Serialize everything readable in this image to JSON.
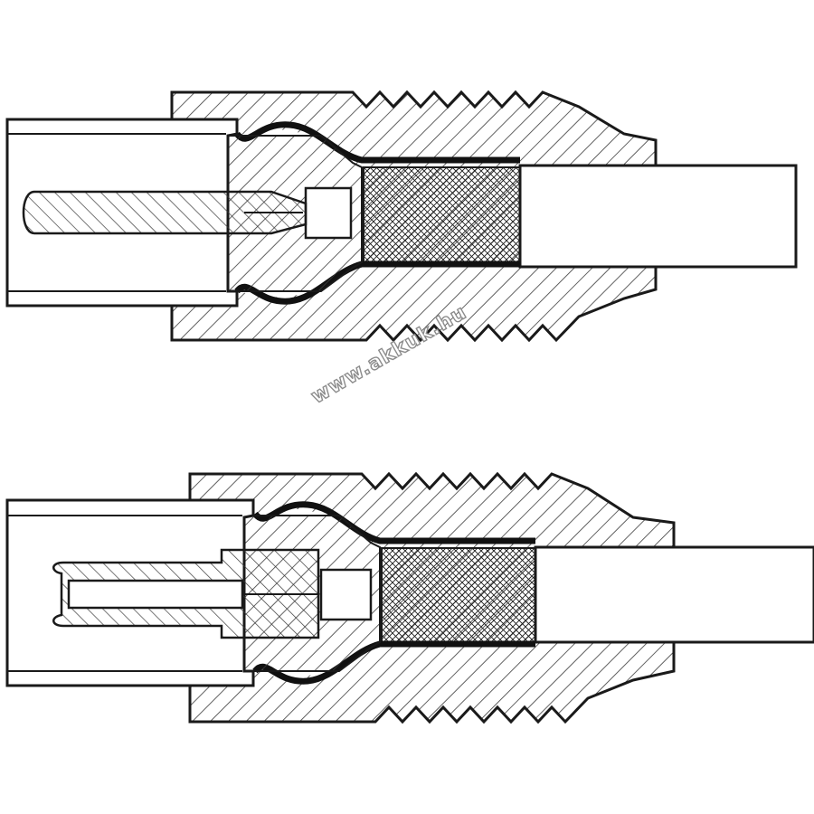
{
  "watermark": "www.akkuk.hu",
  "colors": {
    "stroke": "#1a1a1a",
    "fill": "#ffffff",
    "hatch": "#3a3a3a",
    "watermark_outline": "#8c8c8c"
  },
  "figures": [
    {
      "name": "coax-male-plug",
      "pin_style": "solid-pin"
    },
    {
      "name": "coax-female-socket",
      "pin_style": "slotted-contact"
    }
  ]
}
